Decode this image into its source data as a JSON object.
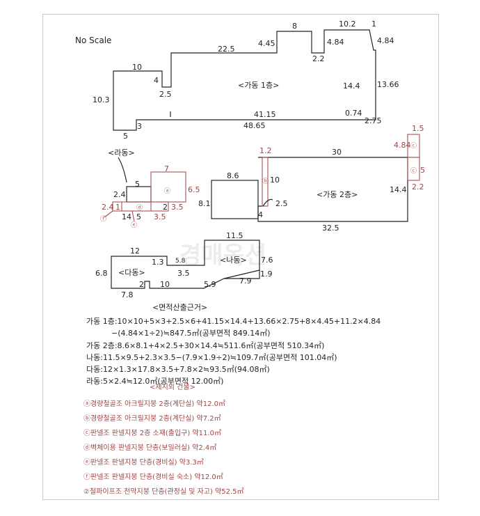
{
  "scale_note": "No Scale",
  "watermark": "경매옥션",
  "buildings": {
    "ga1": {
      "label": "<가동 1층>",
      "dims": [
        "8",
        "10.2",
        "1",
        "4.45",
        "4.84",
        "4.84",
        "22.5",
        "2.2",
        "10",
        "4",
        "2.5",
        "14.4",
        "13.66",
        "10.3",
        "41.15",
        "0.74",
        "48.65",
        "2.75",
        "5",
        "3"
      ]
    },
    "ra": {
      "title": "<라동>",
      "red_dims": [
        "7",
        "6.5",
        "3.5",
        "3.5",
        "2.4",
        "1"
      ],
      "dims": [
        "5",
        "2.4",
        "2",
        "14",
        "5"
      ],
      "markers": [
        "ⓐ",
        "ⓓ",
        "ⓔ",
        "ⓕ"
      ]
    },
    "ga2": {
      "label": "<가동 2층>",
      "dims": [
        "8.6",
        "8.1",
        "30",
        "14.4",
        "32.5",
        "2.5",
        "4",
        "10"
      ],
      "red_dims": [
        "1.2",
        "4.84",
        "1.5",
        "5",
        "2.2"
      ],
      "markers": [
        "ⓑ",
        "ⓒ",
        "ⓒ"
      ]
    },
    "na": {
      "label": "<나동>",
      "dims": [
        "11.5",
        "7.6",
        "1.9",
        "7.9",
        "5.9"
      ]
    },
    "da": {
      "label": "<다동>",
      "dims": [
        "12",
        "1.3",
        "5.8",
        "3.5",
        "6.8",
        "2",
        "10",
        "7.8"
      ]
    }
  },
  "calc": {
    "heading": "<면적산출근거>",
    "rows": [
      "가동 1층:10×10+5×3+2.5×6+41.15×14.4+13.66×2.75+8×4.45+11.2×4.84",
      "−(4.84×1÷2)≒847.5㎡(공부면적 849.14㎡)",
      "가동 2층:8.6×8.1+4×2.5+30×14.4≒511.6㎡(공부면적 510.34㎡)",
      "나동:11.5×9.5+2.3×3.5−(7.9×1.9÷2)≒109.7㎡(공부면적 101.04㎡)",
      "다동:12×1.3×17.8×3.5+7.8×2≒93.5㎡(94.08㎡)",
      "라동:5×2.4≒12.0㎡(공부면적 12.00㎡)"
    ]
  },
  "notes": {
    "heading": "<제시외 건물>",
    "items": [
      "ⓐ경량철골조 아크릴지붕 2층(계단실) 약12.0㎡",
      "ⓑ경량철골조 아크릴지붕 2층(계단실) 약7.2㎡",
      "ⓒ판넬조 판넬지붕 2층 소재(출입구) 약11.0㎡",
      "ⓓ벽체이용 판넬지붕 단층(보일러실) 약2.4㎡",
      "ⓔ판넬조 판넬지붕 단층(경비실) 약3.3㎡",
      "ⓕ판넬조 판넬지붕 단층(경비실 숙소) 약12.0㎡",
      "②철파이프조 천막지붕 단층(관정실 및 자고) 약52.5㎡"
    ]
  },
  "colors": {
    "line": "#222222",
    "annex": "#a85050",
    "border": "#c8c8c8"
  }
}
